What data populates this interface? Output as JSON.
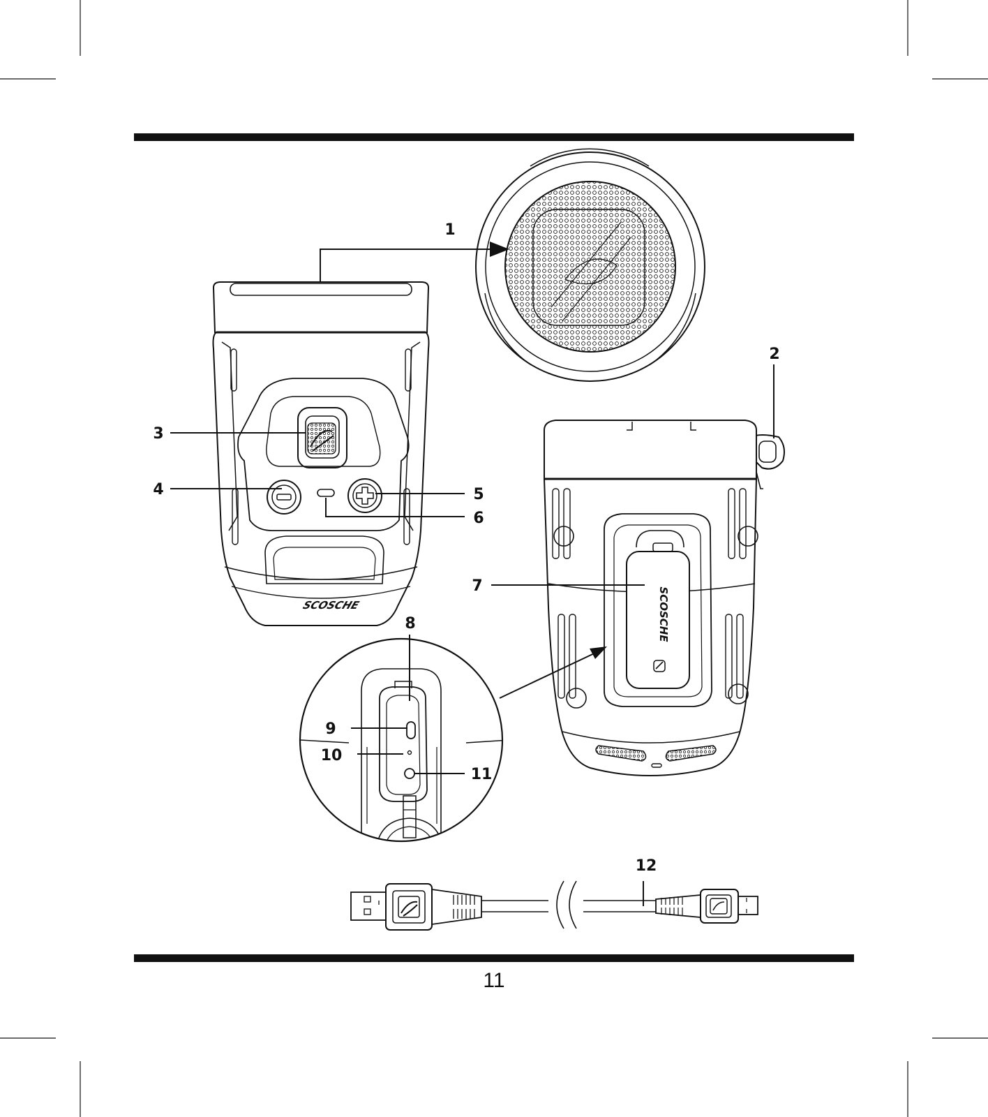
{
  "page_number": "11",
  "colors": {
    "ink": "#111111",
    "paper": "#ffffff"
  },
  "brand_mark": "SCOSCHE",
  "callouts": [
    {
      "label": "1"
    },
    {
      "label": "2"
    },
    {
      "label": "3"
    },
    {
      "label": "4"
    },
    {
      "label": "5"
    },
    {
      "label": "6"
    },
    {
      "label": "7"
    },
    {
      "label": "8"
    },
    {
      "label": "9"
    },
    {
      "label": "10"
    },
    {
      "label": "11"
    },
    {
      "label": "12"
    }
  ]
}
